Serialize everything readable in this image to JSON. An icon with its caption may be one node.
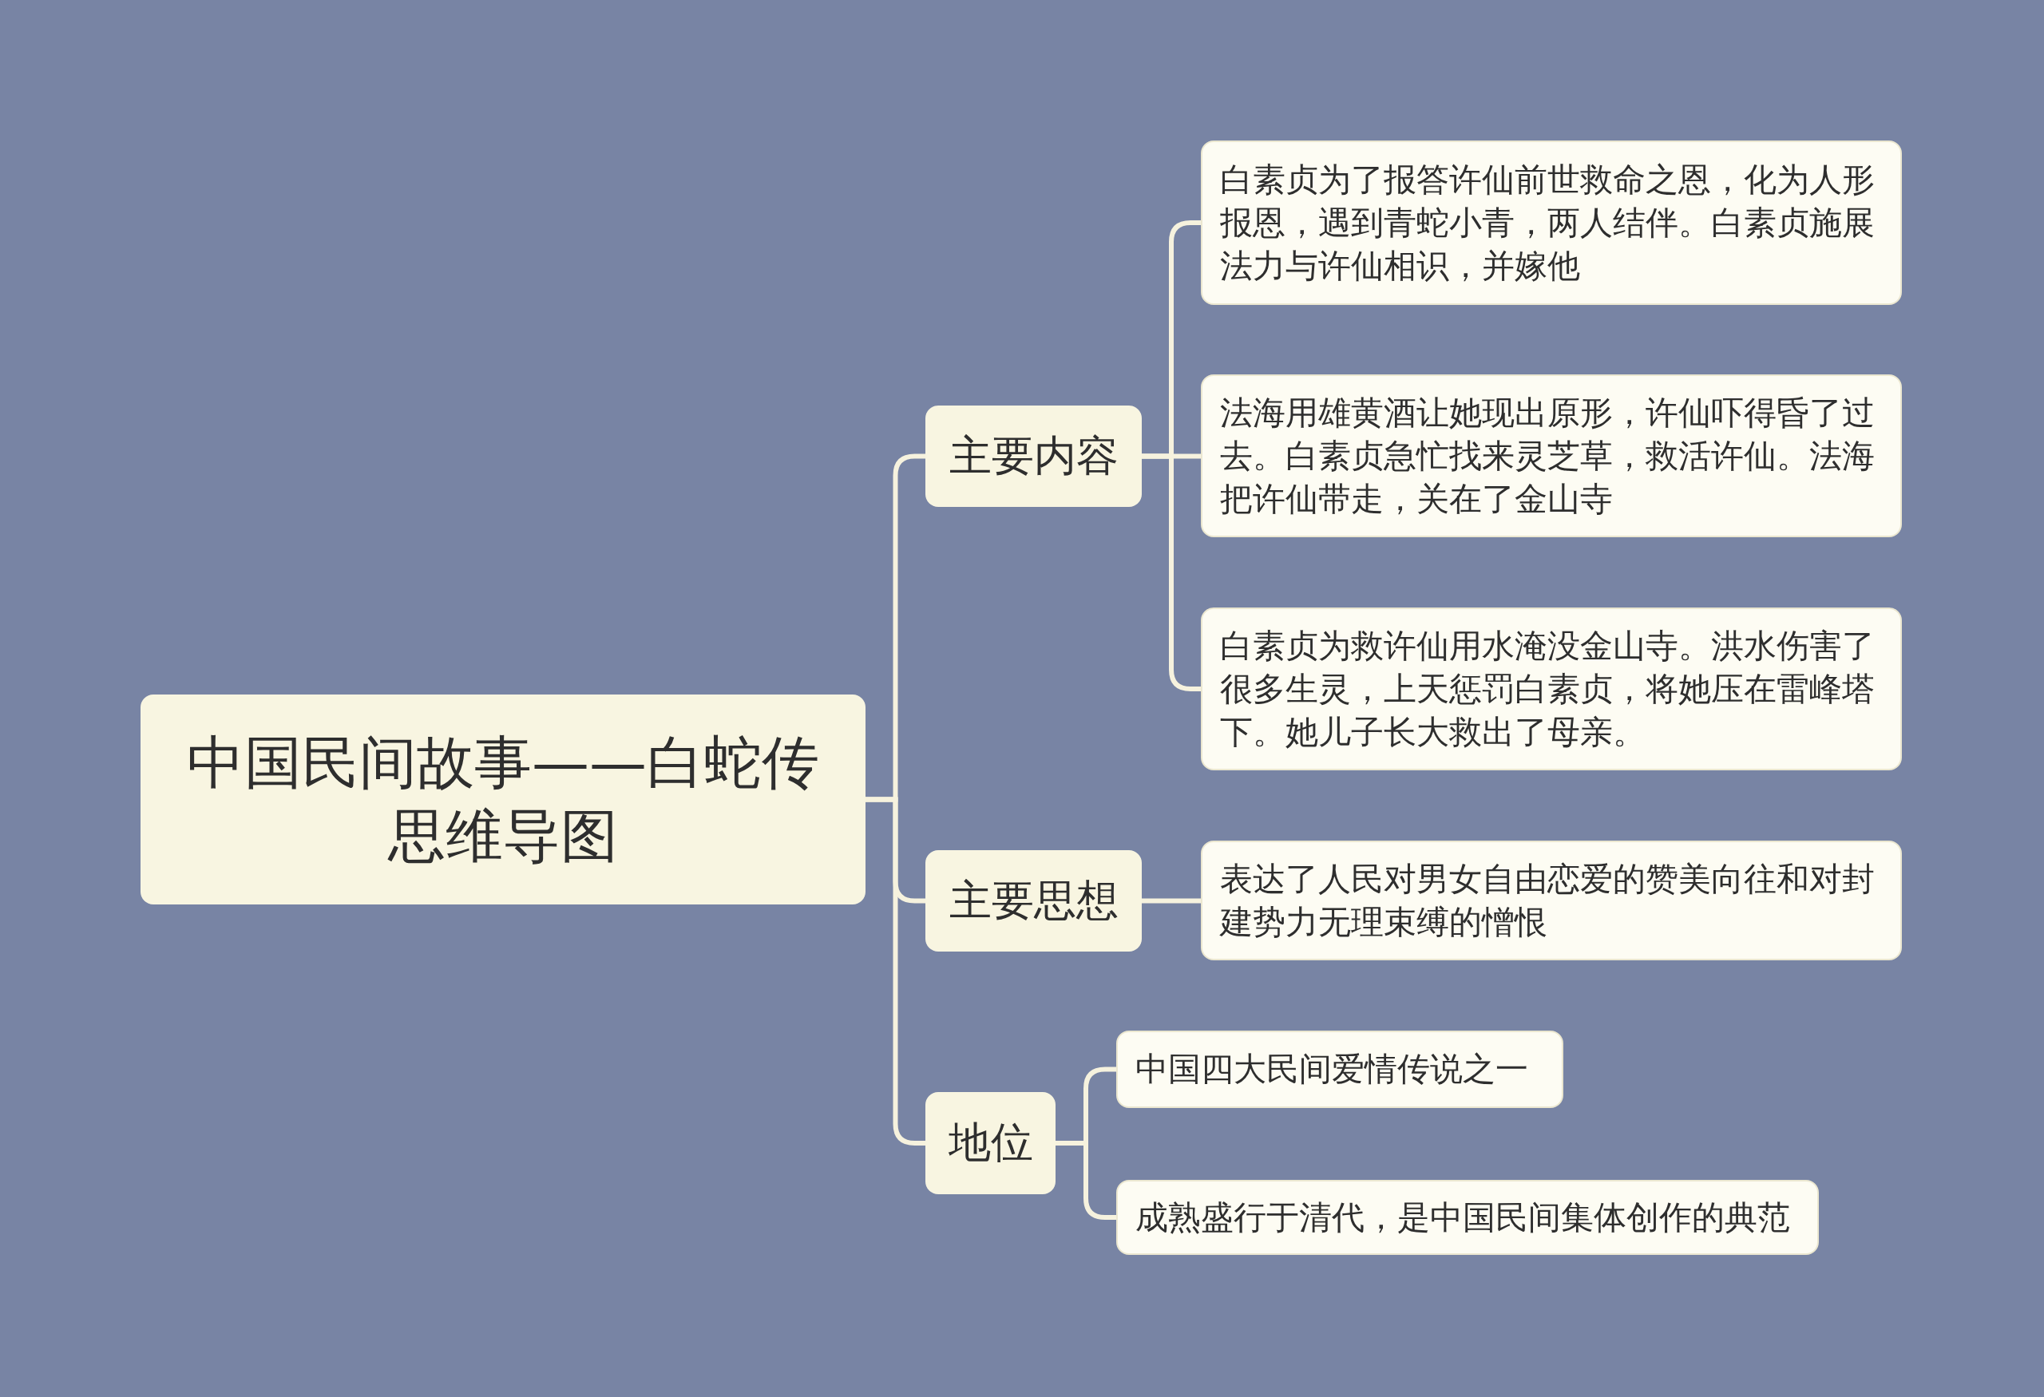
{
  "diagram": {
    "nodes": [
      {
        "text": [
          "中国民间故事——白蛇传思维导图"
        ]
      },
      {
        "text": [
          "主要内容"
        ]
      },
      {
        "text": [
          "白素贞为了报答许仙前世救命之恩，化为人形报恩，遇到青蛇小青，两人结伴。白素贞施展法力与许仙相识，并嫁他"
        ]
      },
      {
        "text": [
          "法海用雄黄酒让她现出原形，许仙吓得昏了过去。白素贞急忙找来灵芝草，救活许仙。法海把许仙带走，关在了金山寺"
        ]
      },
      {
        "text": [
          "白素贞为救许仙用水淹没金山寺。洪水伤害了很多生灵，上天惩罚白素贞，将她压在雷峰塔下。她儿子长大救出了母亲。"
        ]
      },
      {
        "text": [
          "主要思想"
        ]
      },
      {
        "text": [
          "表达了人民对男女自由恋爱的赞美向往和对封建势力无理束缚的憎恨"
        ]
      },
      {
        "text": [
          "地位"
        ]
      },
      {
        "text": [
          "中国四大民间爱情传说之一"
        ]
      },
      {
        "text": [
          "成熟盛行于清代，是中国民间集体创作的典范"
        ]
      }
    ],
    "edges": [
      {
        "from": 0,
        "to": 1,
        "arrow": "none"
      },
      {
        "from": 1,
        "to": 2,
        "arrow": "none"
      },
      {
        "from": 1,
        "to": 3,
        "arrow": "none"
      },
      {
        "from": 1,
        "to": 4,
        "arrow": "none"
      },
      {
        "from": 0,
        "to": 5,
        "arrow": "none"
      },
      {
        "from": 5,
        "to": 6,
        "arrow": "none"
      },
      {
        "from": 0,
        "to": 7,
        "arrow": "none"
      },
      {
        "from": 7,
        "to": 8,
        "arrow": "none"
      },
      {
        "from": 7,
        "to": 9,
        "arrow": "none"
      }
    ]
  }
}
